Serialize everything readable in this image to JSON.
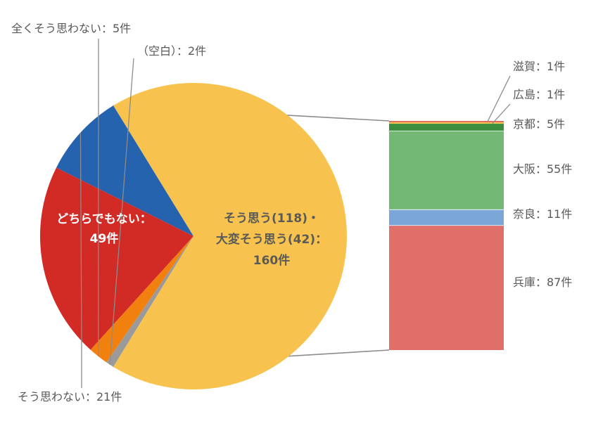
{
  "chart_data": {
    "type": "bar-of-pie",
    "pie": {
      "slices": [
        {
          "name": "そう思う(118)・大変そう思う(42)",
          "value": 160,
          "color": "#F7C34E",
          "label_lines": [
            "そう思う(118)・",
            "大変そう思う(42)：",
            "160件"
          ]
        },
        {
          "name": "そう思わない",
          "value": 21,
          "color": "#2563AE",
          "label_lines": [
            "そう思わない：21件"
          ]
        },
        {
          "name": "どちらでもない",
          "value": 49,
          "color": "#D22B26",
          "label_lines": [
            "どちらでもない：",
            "49件"
          ]
        },
        {
          "name": "全くそう思わない",
          "value": 5,
          "color": "#F1800E",
          "label_lines": [
            "全くそう思わない：5件"
          ]
        },
        {
          "name": "（空白）",
          "value": 2,
          "color": "#9A9A9A",
          "label_lines": [
            "（空白）：2件"
          ]
        }
      ]
    },
    "bar": {
      "segments": [
        {
          "name": "滋賀",
          "value": 1,
          "color": "#E36C60",
          "label": "滋賀：1件"
        },
        {
          "name": "広島",
          "value": 1,
          "color": "#F7C34E",
          "label": "広島：1件"
        },
        {
          "name": "京都",
          "value": 5,
          "color": "#3B8E3E",
          "label": "京都：5件"
        },
        {
          "name": "大阪",
          "value": 55,
          "color": "#73B874",
          "label": "大阪：55件"
        },
        {
          "name": "奈良",
          "value": 11,
          "color": "#7AA6D8",
          "label": "奈良：11件"
        },
        {
          "name": "兵庫",
          "value": 87,
          "color": "#E06F6A",
          "label": "兵庫：87件"
        }
      ]
    }
  }
}
